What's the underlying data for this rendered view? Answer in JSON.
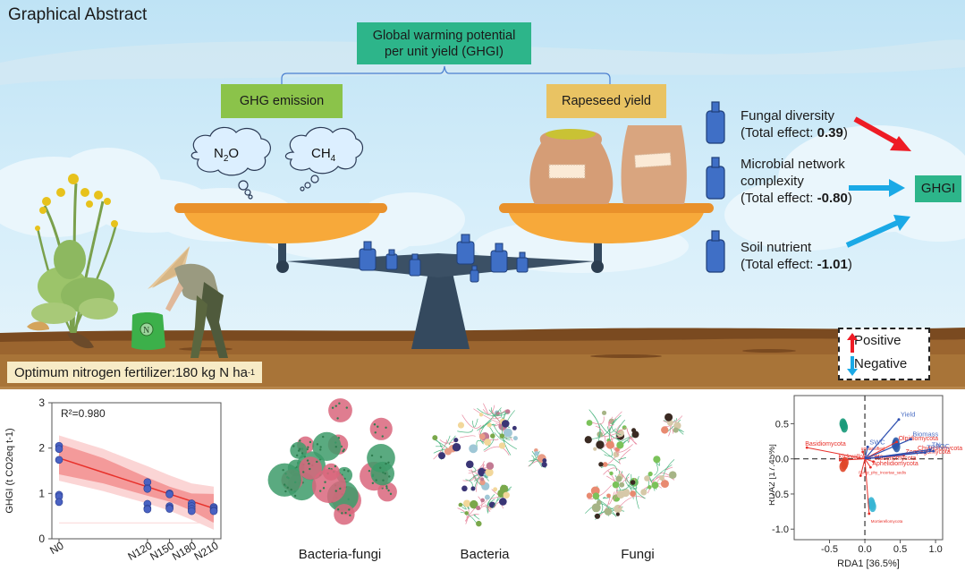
{
  "header": {
    "title": "Graphical Abstract"
  },
  "concept": {
    "ghgi_box": [
      "Global warming potential",
      "per unit yield (GHGI)"
    ],
    "emission_box": "GHG emission",
    "yield_box": "Rapeseed yield",
    "gases": [
      {
        "main": "N",
        "sub": "2",
        "tail": "O"
      },
      {
        "main": "CH",
        "sub": "4",
        "tail": ""
      }
    ]
  },
  "factors": [
    {
      "name_lines": [
        "Fungal diversity"
      ],
      "effect_label": "(Total effect: ",
      "effect_value": "0.39",
      "close": ")",
      "direction": "positive"
    },
    {
      "name_lines": [
        "Microbial network",
        "complexity"
      ],
      "effect_label": "(Total effect: ",
      "effect_value": "-0.80",
      "close": ")",
      "direction": "negative"
    },
    {
      "name_lines": [
        "Soil nutrient"
      ],
      "effect_label": "(Total effect: ",
      "effect_value": "-1.01",
      "close": ")",
      "direction": "negative"
    }
  ],
  "target": "GHGI",
  "legend": {
    "positive": "Positive",
    "negative": "Negative"
  },
  "colors": {
    "positive": "#ee1c25",
    "negative": "#1aa9e6",
    "ghgi_green": "#2db58a",
    "emission_green": "#8bc34a",
    "yield_gold": "#e9c363",
    "weight_blue": "#3f6fc6",
    "scale_dark": "#34495e",
    "pan_orange": "#f7a93a"
  },
  "fertilizer_note": {
    "text": "Optimum nitrogen fertilizer:180 kg N ha",
    "sup": "-1"
  },
  "bag_label": "N",
  "chart_data": [
    {
      "type": "scatter",
      "title": "",
      "annotation": "R²=0.980",
      "xlabel": "",
      "ylabel": "GHGI (t CO2eq t-1)",
      "x_tick_labels": [
        "N0",
        "N120",
        "N150",
        "N180",
        "N210"
      ],
      "x_values": [
        0,
        120,
        150,
        180,
        210
      ],
      "ylim": [
        0,
        3
      ],
      "y_ticks": [
        0,
        1,
        2,
        3
      ],
      "points": [
        {
          "x": 0,
          "y": 2.05
        },
        {
          "x": 0,
          "y": 1.98
        },
        {
          "x": 0,
          "y": 1.74
        },
        {
          "x": 0,
          "y": 0.97
        },
        {
          "x": 0,
          "y": 0.93
        },
        {
          "x": 0,
          "y": 0.81
        },
        {
          "x": 120,
          "y": 1.25
        },
        {
          "x": 120,
          "y": 1.12
        },
        {
          "x": 120,
          "y": 1.1
        },
        {
          "x": 120,
          "y": 0.77
        },
        {
          "x": 120,
          "y": 0.67
        },
        {
          "x": 120,
          "y": 0.65
        },
        {
          "x": 150,
          "y": 1.0
        },
        {
          "x": 150,
          "y": 0.98
        },
        {
          "x": 150,
          "y": 0.72
        },
        {
          "x": 150,
          "y": 0.68
        },
        {
          "x": 150,
          "y": 0.66
        },
        {
          "x": 180,
          "y": 0.78
        },
        {
          "x": 180,
          "y": 0.72
        },
        {
          "x": 180,
          "y": 0.66
        },
        {
          "x": 180,
          "y": 0.61
        },
        {
          "x": 210,
          "y": 0.7
        },
        {
          "x": 210,
          "y": 0.67
        },
        {
          "x": 210,
          "y": 0.63
        },
        {
          "x": 210,
          "y": 0.61
        }
      ],
      "fit_line": {
        "x": [
          0,
          210
        ],
        "y": [
          1.78,
          0.67
        ]
      },
      "confidence_band": {
        "x": [
          0,
          60,
          120,
          150,
          180,
          210
        ],
        "lower": [
          1.42,
          1.22,
          0.95,
          0.82,
          0.62,
          0.35
        ],
        "upper": [
          2.1,
          1.78,
          1.35,
          1.15,
          1.0,
          0.99
        ]
      },
      "prediction_band": {
        "x": [
          0,
          60,
          120,
          150,
          180,
          210
        ],
        "lower": [
          1.28,
          1.05,
          0.78,
          0.62,
          0.42,
          0.2
        ],
        "upper": [
          2.28,
          1.98,
          1.6,
          1.4,
          1.22,
          1.15
        ]
      },
      "grid": false
    },
    {
      "type": "scatter",
      "title": "",
      "xlabel": "RDA1 [36.5%]",
      "ylabel": "RDA2 [17.45%]",
      "xlim": [
        -1.0,
        1.1
      ],
      "ylim": [
        -1.15,
        0.9
      ],
      "x_ticks": [
        -0.5,
        0.0,
        0.5,
        1.0
      ],
      "x_tick_labels": [
        "-0.5",
        "0.0",
        "0.5",
        "1.0"
      ],
      "y_ticks": [
        -1.0,
        -0.5,
        0.0,
        0.5
      ],
      "y_tick_labels": [
        "-1.0",
        "-0.5",
        "0.0",
        "0.5"
      ],
      "point_groups": [
        {
          "color": "#1a9a7a",
          "points": [
            [
              -0.31,
              0.5
            ],
            [
              -0.29,
              0.45
            ],
            [
              -0.3,
              0.48
            ]
          ]
        },
        {
          "color": "#e0472a",
          "points": [
            [
              -0.29,
              -0.08
            ],
            [
              -0.31,
              -0.11
            ],
            [
              -0.28,
              -0.05
            ]
          ]
        },
        {
          "color": "#2b5aa8",
          "points": [
            [
              0.43,
              0.2
            ],
            [
              0.45,
              0.17
            ],
            [
              0.44,
              0.23
            ]
          ]
        },
        {
          "color": "#37b5d4",
          "points": [
            [
              0.09,
              -0.62
            ],
            [
              0.11,
              -0.68
            ],
            [
              0.1,
              -0.65
            ]
          ]
        }
      ],
      "env_vectors": [
        {
          "name": "Yield",
          "x": 0.48,
          "y": 0.56
        },
        {
          "name": "Biomass",
          "x": 0.65,
          "y": 0.28
        },
        {
          "name": "SWC",
          "x": 0.04,
          "y": 0.17
        },
        {
          "name": "TN",
          "x": 0.92,
          "y": 0.13
        },
        {
          "name": "SOC",
          "x": 0.97,
          "y": 0.11
        },
        {
          "name": "TP",
          "x": 0.85,
          "y": 0.09
        }
      ],
      "taxa_vectors": [
        {
          "name": "Basidiomycota",
          "x": -0.82,
          "y": 0.16
        },
        {
          "name": "unclassified",
          "x": -0.03,
          "y": 0.1
        },
        {
          "name": "Kickxellomycota",
          "x": -0.35,
          "y": -0.02
        },
        {
          "name": "Olpidiomycota",
          "x": 0.45,
          "y": 0.24
        },
        {
          "name": "Chytridiomycota",
          "x": 0.72,
          "y": 0.1
        },
        {
          "name": "Zoopagomycota",
          "x": 0.55,
          "y": 0.05
        },
        {
          "name": "Rozellomycota",
          "x": 0.12,
          "y": -0.04
        },
        {
          "name": "Aphelidiomycota",
          "x": 0.08,
          "y": -0.12
        },
        {
          "name": "Fungi_phy_Incertae_sedis",
          "x": -0.06,
          "y": -0.24
        },
        {
          "name": "Mortierellomycota",
          "x": 0.06,
          "y": -0.78
        }
      ]
    }
  ],
  "networks": [
    {
      "label": "Bacteria-fungi"
    },
    {
      "label": "Bacteria"
    },
    {
      "label": "Fungi"
    }
  ]
}
